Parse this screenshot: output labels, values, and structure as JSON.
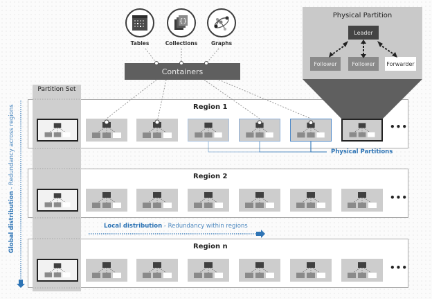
{
  "sources": [
    {
      "label": "Tables",
      "icon": "table-icon"
    },
    {
      "label": "Collections",
      "icon": "document-collection-icon"
    },
    {
      "label": "Graphs",
      "icon": "graph-icon"
    }
  ],
  "containers": {
    "label": "Containers"
  },
  "physical_partition_detail": {
    "title": "Physical Partition",
    "leader": "Leader",
    "followers": [
      "Follower",
      "Follower"
    ],
    "forwarder": "Forwarder"
  },
  "partition_set": {
    "label": "Partition Set"
  },
  "regions": [
    {
      "title": "Region 1",
      "more": "•••"
    },
    {
      "title": "Region 2",
      "more": "•••"
    },
    {
      "title": "Region n",
      "more": "•••"
    }
  ],
  "physical_partitions_label": "Physical Partitions",
  "local_distribution": {
    "title": "Local distribution",
    "subtitle": "- Redundancy within regions"
  },
  "global_distribution": {
    "title": "Global distribution",
    "subtitle": "- Redundancy across regions"
  },
  "colors": {
    "accent_blue": "#2e74b5",
    "dark_node": "#404040",
    "mid_node": "#8a8a8a",
    "tile_bg": "#cdcdcd"
  }
}
